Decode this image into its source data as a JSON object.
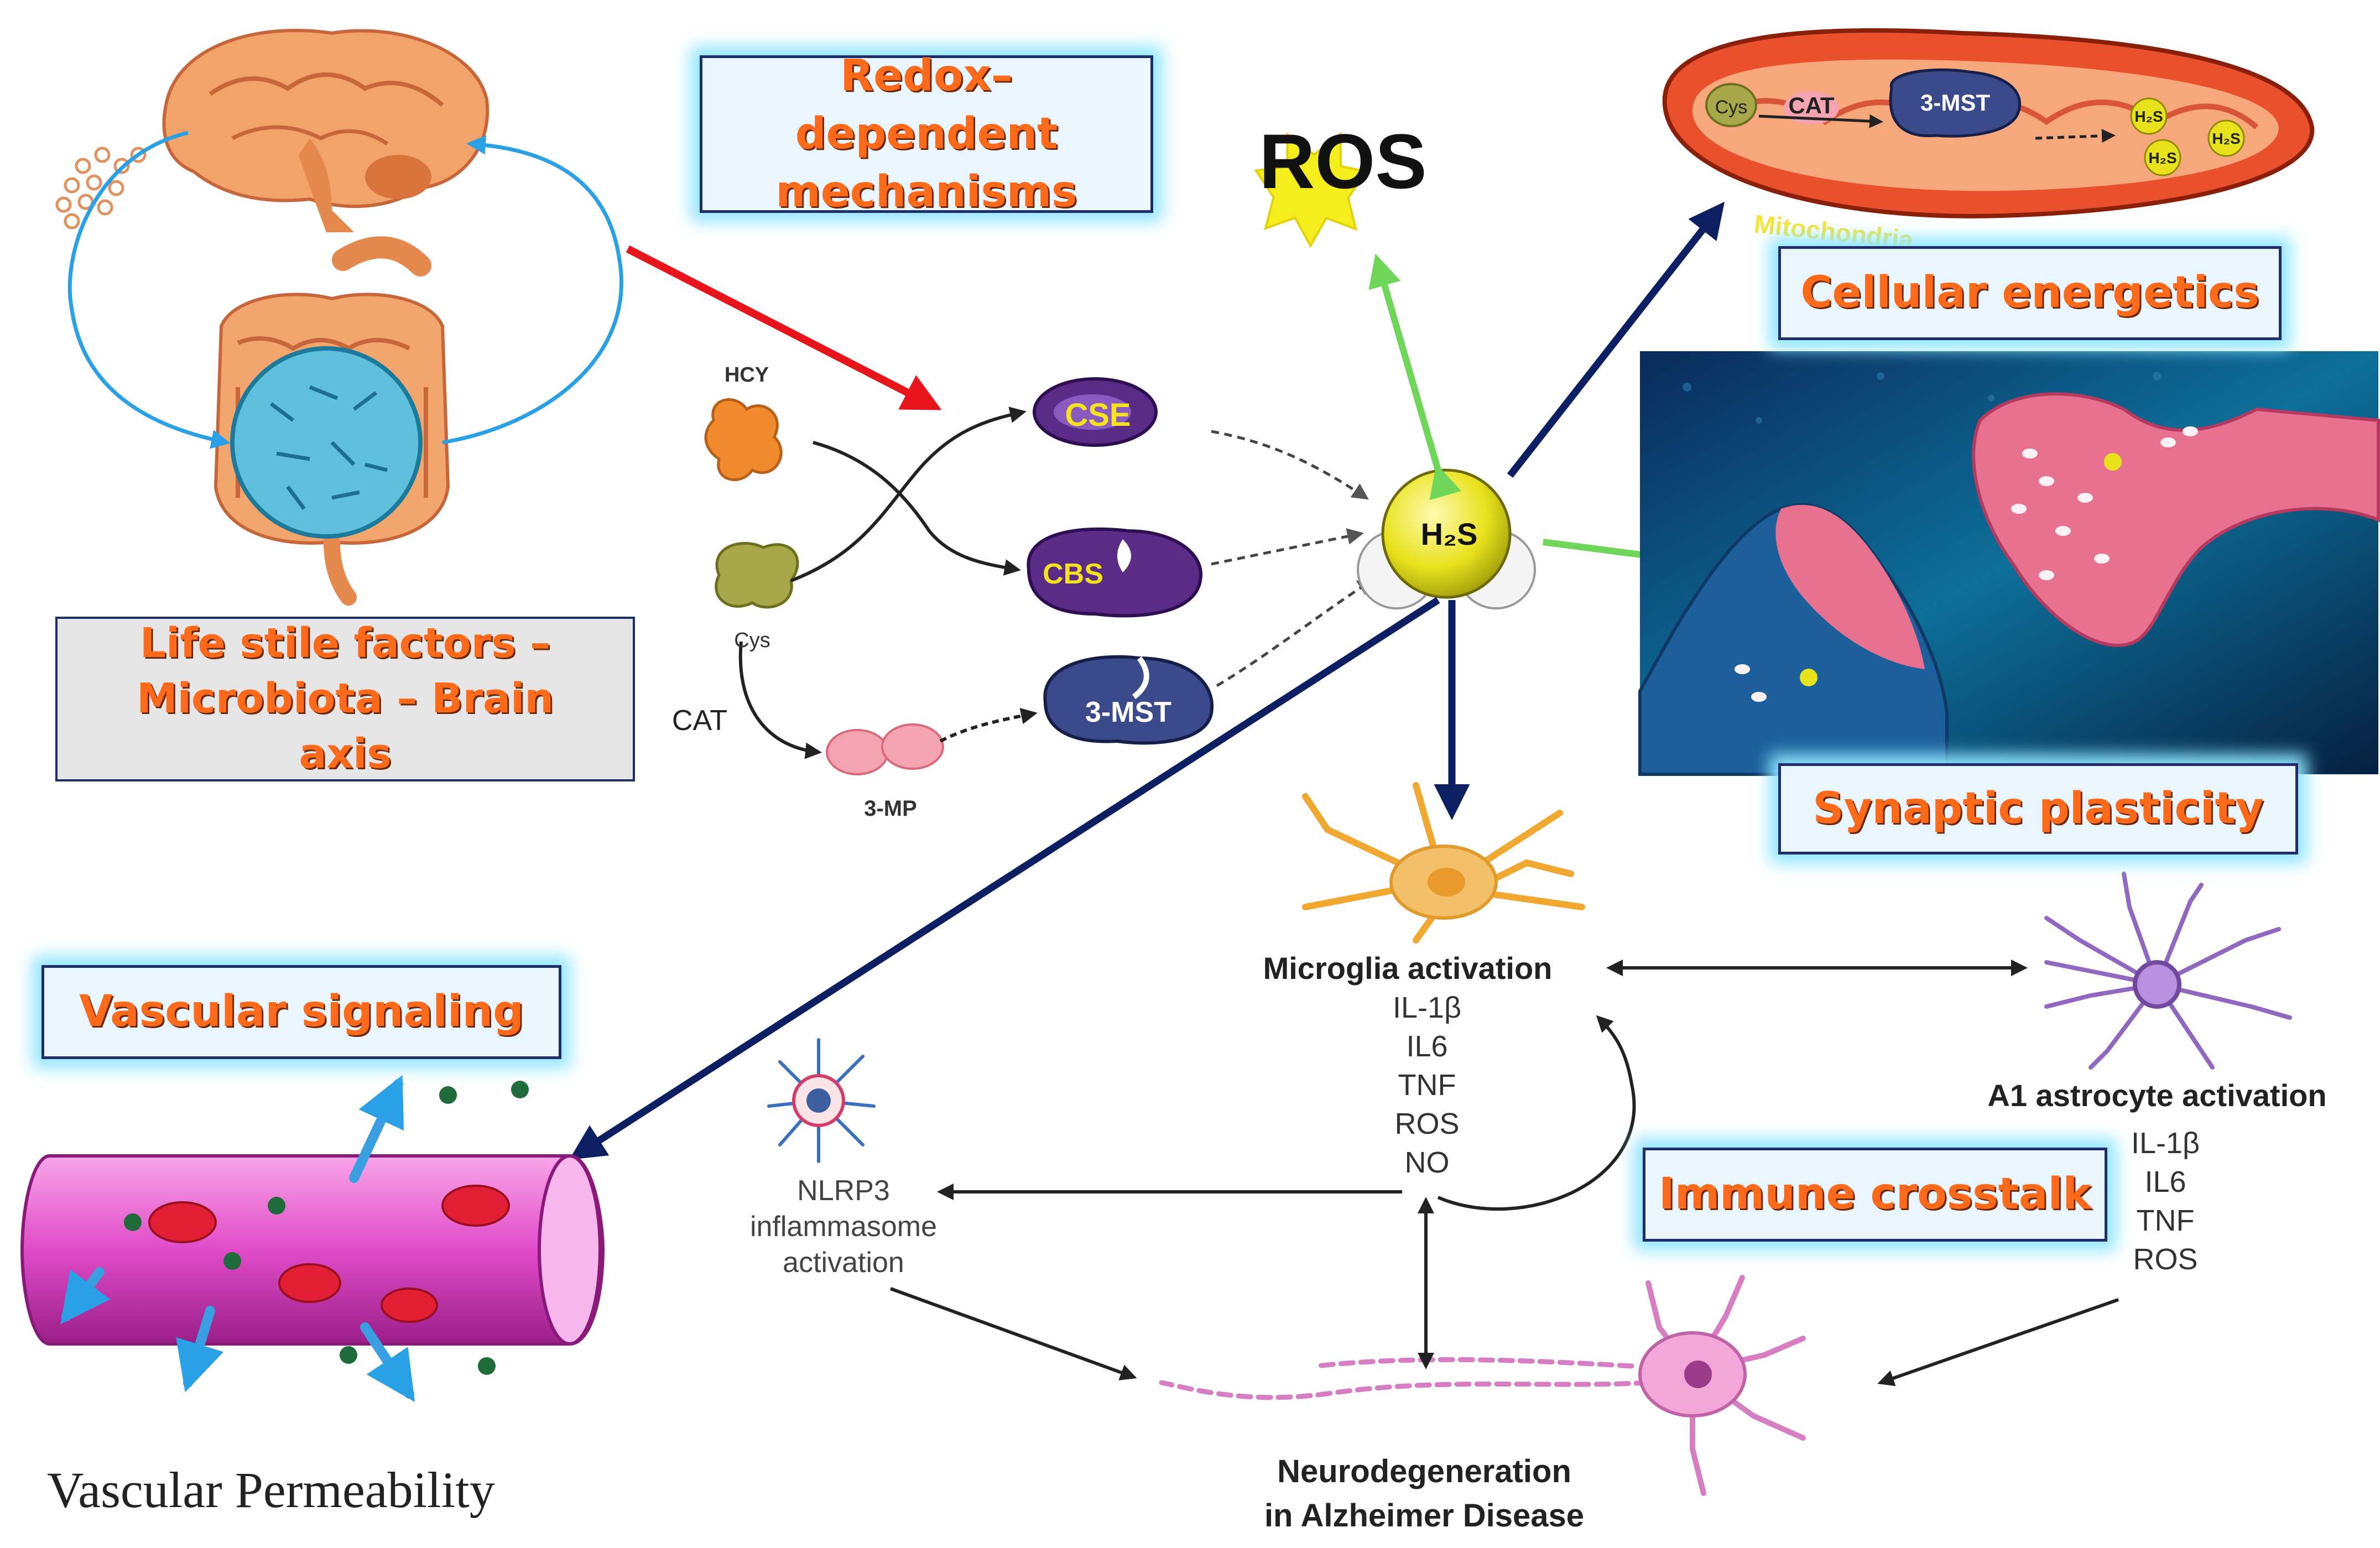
{
  "labels": {
    "redox": "Redox–dependent mechanisms",
    "lifestyle": "Life stile factors – Microbiota – Brain axis",
    "cellular": "Cellular energetics",
    "synaptic": "Synaptic plasticity",
    "vascular": "Vascular signaling",
    "immune": "Immune crosstalk"
  },
  "center": {
    "ros_burst": "ROS",
    "h2s": "H₂S"
  },
  "pathway": {
    "hcy": "HCY",
    "cys": "Cys",
    "cat": "CAT",
    "mp": "3-MP",
    "cse": "CSE",
    "cbs": "CBS",
    "mst": "3-MST"
  },
  "mito": {
    "cys": "Cys",
    "cat": "CAT",
    "mst": "3-MST",
    "h2s": "H₂S",
    "title": "Mitochondria"
  },
  "microglia": {
    "title": "Microglia activation",
    "markers": [
      "IL-1β",
      "IL6",
      "TNF",
      "ROS",
      "NO"
    ]
  },
  "astrocyte": {
    "title": "A1 astrocyte activation",
    "markers": [
      "IL-1β",
      "IL6",
      "TNF",
      "ROS"
    ]
  },
  "nlrp3": {
    "lines": [
      "NLRP3",
      "inflammasome",
      "activation"
    ]
  },
  "neuro": {
    "lines": [
      "Neurodegeneration",
      "in Alzheimer Disease"
    ]
  },
  "vascular_perm": "Vascular Permeability",
  "colors": {
    "label_text": "#ff6a1a",
    "label_glow": "#8fe6ff",
    "arrow_navy": "#0d1f63",
    "arrow_green": "#6fd65a",
    "arrow_red": "#e8141b",
    "arrow_blue": "#2aa0e6"
  }
}
